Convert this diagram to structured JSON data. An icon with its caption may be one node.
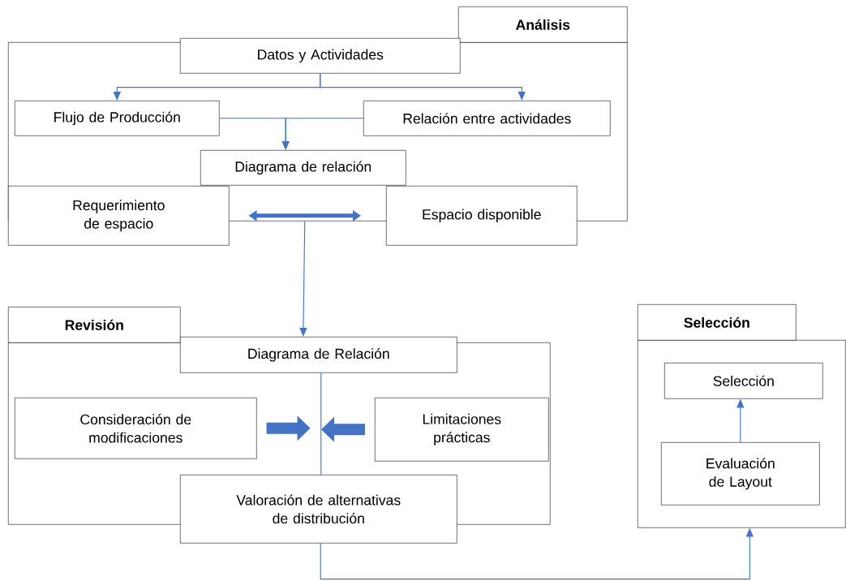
{
  "diagram": {
    "nodes": [
      {
        "text": [],
        "shape": "box"
      },
      {
        "text": [
          "Análisis"
        ]
      },
      {
        "text": [
          "Datos y Actividades"
        ]
      },
      {
        "text": [
          "Flujo de Producción"
        ],
        "in": 0
      },
      {
        "text": [
          "Relación entre actividades"
        ],
        "in": 0
      },
      {
        "text": [
          "Diagrama de relación"
        ],
        "in": 0
      },
      {
        "text": [
          "Requerimiento de espacio"
        ]
      },
      {
        "text": [
          "Espacio disponible"
        ]
      },
      {
        "text": [],
        "shape": "box"
      },
      {
        "text": [
          "Revisión"
        ]
      },
      {
        "text": [
          "Diagrama de Relación"
        ]
      },
      {
        "text": [
          "Consideración de modificaciones"
        ],
        "in": 8
      },
      {
        "text": [
          "Limitaciones prácticas"
        ],
        "in": 8
      },
      {
        "text": [
          "Valoración de alternativas de distribución"
        ]
      },
      {
        "text": [],
        "shape": "box"
      },
      {
        "text": [
          "Selección"
        ]
      },
      {
        "text": [
          "Selección"
        ],
        "in": 14
      },
      {
        "text": [
          "Evaluación de Layout"
        ],
        "in": 14
      }
    ],
    "edges": [
      {
        "from": 2,
        "to": 3,
        "arrow": "to"
      },
      {
        "from": 2,
        "to": 4,
        "arrow": "to"
      },
      {
        "from": 3,
        "to": 5,
        "arrow": "to"
      },
      {
        "from": 4,
        "to": 5,
        "arrow": "to"
      },
      {
        "from": 6,
        "to": 7,
        "arrow": "both",
        "style": "thick"
      },
      {
        "from": 0,
        "to": 10,
        "arrow": "to"
      },
      {
        "from": 10,
        "to": 13,
        "arrow": "none"
      },
      {
        "from": 11,
        "to": null,
        "arrow": "to",
        "style": "thick"
      },
      {
        "from": 12,
        "to": null,
        "arrow": "to",
        "style": "thick"
      },
      {
        "from": 13,
        "to": 14,
        "arrow": "to"
      },
      {
        "from": 17,
        "to": 16,
        "arrow": "to"
      }
    ]
  }
}
